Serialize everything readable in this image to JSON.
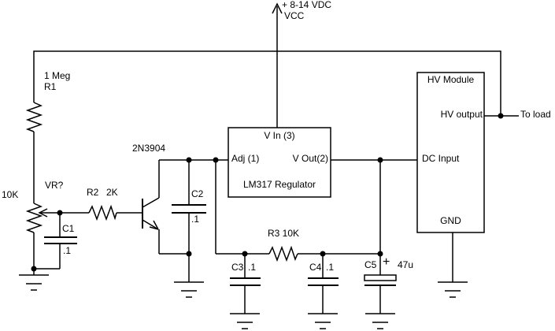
{
  "colors": {
    "wire": "#000000",
    "background": "#ffffff"
  },
  "power_rail": {
    "voltage": "+ 8-14 VDC",
    "net": "VCC"
  },
  "r1": {
    "value": "1 Meg",
    "ref": "R1"
  },
  "vr": {
    "ref": "VR?",
    "value": "10K"
  },
  "c1": {
    "ref": "C1",
    "value": ".1"
  },
  "r2": {
    "ref": "R2",
    "value": "2K"
  },
  "q1": {
    "part": "2N3904"
  },
  "u1": {
    "pin_vin": "V In (3)",
    "pin_adj": "Adj (1)",
    "pin_vout": "V Out(2)",
    "label": "LM317 Regulator"
  },
  "c2": {
    "ref": "C2",
    "value": ".1"
  },
  "r3": {
    "label": "R3 10K"
  },
  "c3": {
    "ref": "C3",
    "value": ".1"
  },
  "c4": {
    "ref": "C4",
    "value": ".1"
  },
  "c5": {
    "ref": "C5",
    "polarity": "+",
    "value": "47u"
  },
  "hv_module": {
    "title": "HV Module",
    "pin_out": "HV output",
    "pin_in": "DC Input",
    "pin_gnd": "GND"
  },
  "to_load": "To load"
}
